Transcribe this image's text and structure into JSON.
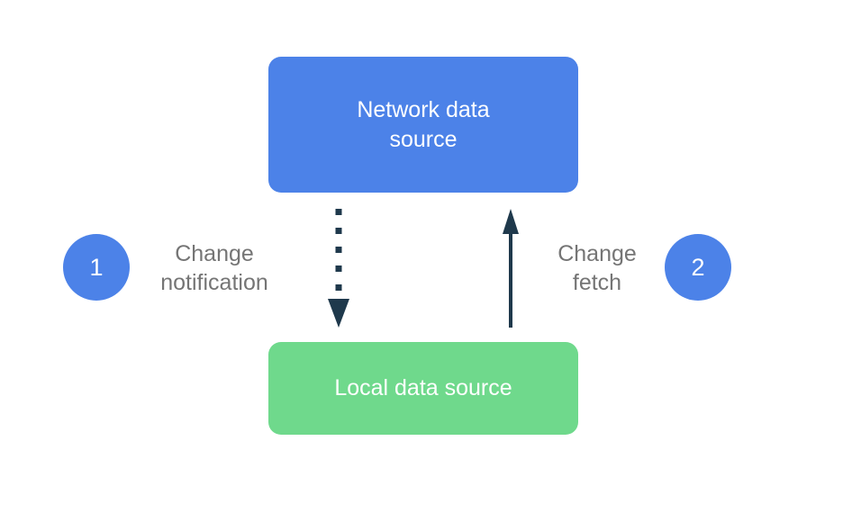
{
  "diagram": {
    "network_box": {
      "label": "Network data source"
    },
    "local_box": {
      "label": "Local data source"
    },
    "step1": {
      "number": "1",
      "label": "Change notification"
    },
    "step2": {
      "number": "2",
      "label": "Change fetch"
    },
    "arrows": {
      "change_notification_style": "dotted, pointing down from network to local",
      "change_fetch_style": "solid, pointing up from local to network"
    },
    "colors": {
      "node_blue": "#4c82e8",
      "node_green": "#6fd98c",
      "badge_blue": "#4c82e8",
      "arrow_dark": "#1f394c",
      "label_gray": "#757575",
      "node_text": "#ffffff"
    }
  }
}
